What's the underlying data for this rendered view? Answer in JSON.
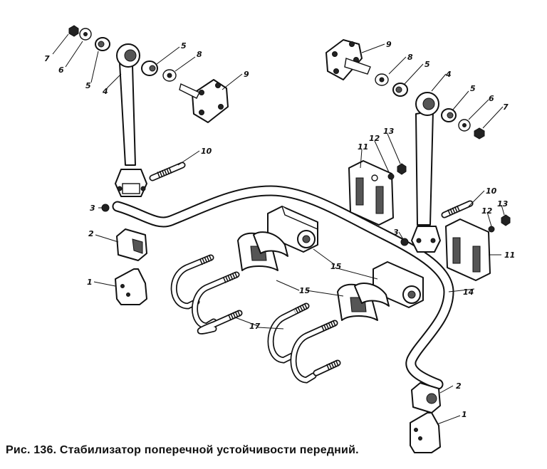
{
  "caption": "Рис. 136. Стабилизатор поперечной устойчивости передний.",
  "labels": {
    "l1a": "1",
    "l1b": "1",
    "l2a": "2",
    "l2b": "2",
    "l3a": "3",
    "l3b": "3",
    "l4a": "4",
    "l4b": "4",
    "l5a": "5",
    "l5b": "5",
    "l5c": "5",
    "l5d": "5",
    "l6a": "6",
    "l6b": "6",
    "l7a": "7",
    "l7b": "7",
    "l8a": "8",
    "l8b": "8",
    "l9a": "9",
    "l9b": "9",
    "l10a": "10",
    "l10b": "10",
    "l11a": "11",
    "l11b": "11",
    "l12a": "12",
    "l12b": "12",
    "l13a": "13",
    "l13b": "13",
    "l14": "14",
    "l15a": "15",
    "l15b": "15",
    "l17": "17"
  }
}
